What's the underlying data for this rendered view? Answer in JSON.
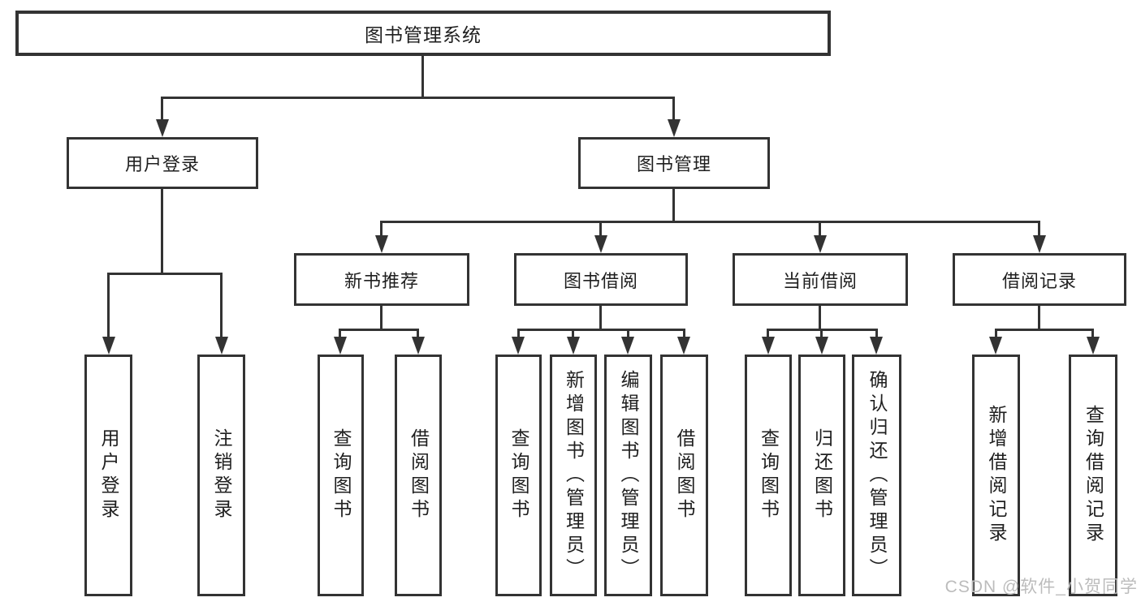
{
  "diagram": {
    "root": {
      "label": "图书管理系统"
    },
    "level2": {
      "user_login": {
        "label": "用户登录"
      },
      "book_management": {
        "label": "图书管理"
      }
    },
    "level3": {
      "new_book_recommend": {
        "label": "新书推荐"
      },
      "book_borrowing": {
        "label": "图书借阅"
      },
      "current_borrowing": {
        "label": "当前借阅"
      },
      "borrowing_records": {
        "label": "借阅记录"
      }
    },
    "leaves": {
      "user_login": {
        "label": "用户登录"
      },
      "logout": {
        "label": "注销登录"
      },
      "query_books_recommend": {
        "label": "查询图书"
      },
      "borrow_books_recommend": {
        "label": "借阅图书"
      },
      "query_books_borrowing": {
        "label": "查询图书"
      },
      "add_books_admin": {
        "label": "新增图书（管理员）"
      },
      "edit_books_admin": {
        "label": "编辑图书（管理员）"
      },
      "borrow_books_borrowing": {
        "label": "借阅图书"
      },
      "query_books_current": {
        "label": "查询图书"
      },
      "return_books": {
        "label": "归还图书"
      },
      "confirm_return_admin": {
        "label": "确认归还（管理员）"
      },
      "add_borrow_record": {
        "label": "新增借阅记录"
      },
      "query_borrow_record": {
        "label": "查询借阅记录"
      }
    }
  },
  "watermark": {
    "text": "CSDN @软件_小贺同学"
  },
  "colors": {
    "line": "#333333",
    "text": "#1f1f1f",
    "watermark": "#bcbcbc",
    "background": "#ffffff"
  }
}
